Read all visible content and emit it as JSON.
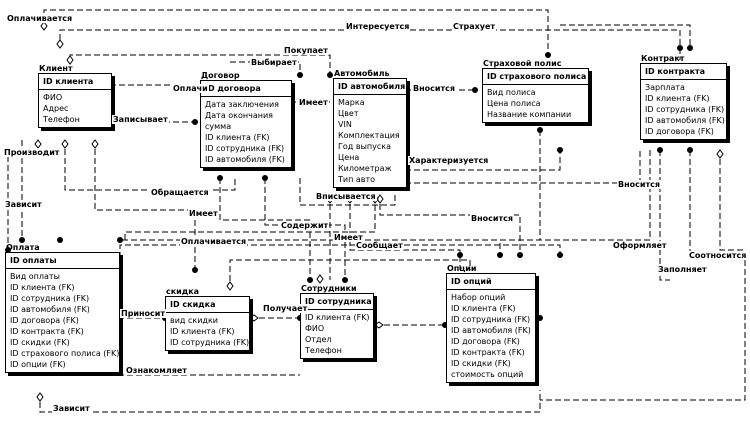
{
  "entities": {
    "client": {
      "title": "Клиент",
      "pk": "ID клиента",
      "attrs": [
        "ФИО",
        "Адрес",
        "Телефон"
      ]
    },
    "contract": {
      "title": "Договор",
      "pk": "ID договора",
      "attrs": [
        "Дата заключения",
        "Дата окончания",
        "сумма",
        "ID клиента (FK)",
        "ID сотрудника (FK)",
        "ID автомобиля (FK)"
      ]
    },
    "car": {
      "title": "Автомобиль",
      "pk": "ID автомобиля",
      "attrs": [
        "Марка",
        "Цвет",
        "VIN",
        "Комплектация",
        "Год выпуска",
        "Цена",
        "Километраж",
        "Тип авто"
      ]
    },
    "policy": {
      "title": "Страховой полис",
      "pk": "ID страхового полиса",
      "attrs": [
        "Вид полиса",
        "Цена полиса",
        "Название компании"
      ]
    },
    "kontrakt": {
      "title": "Контракт",
      "pk": "ID контракта",
      "attrs": [
        "Зарплата",
        "ID клиента (FK)",
        "ID сотрудника (FK)",
        "ID автомобиля (FK)",
        "ID договора (FK)"
      ]
    },
    "payment": {
      "title": "Оплата",
      "pk": "ID оплаты",
      "attrs": [
        "Вид оплаты",
        "ID клиента (FK)",
        "ID сотрудника (FK)",
        "ID автомобиля (FK)",
        "ID договора (FK)",
        "ID контракта (FK)",
        "ID скидки (FK)",
        "ID страхового полиса (FK)",
        "ID опции (FK)"
      ]
    },
    "discount": {
      "title": "скидка",
      "pk": "ID скидка",
      "attrs": [
        "вид скидки",
        "ID клиента (FK)",
        "ID сотрудника (FK)"
      ]
    },
    "employee": {
      "title": "Сотрудники",
      "pk": "ID сотрудника",
      "attrs": [
        "ID клиента (FK)",
        "ФИО",
        "Отдел",
        "Телефон"
      ]
    },
    "options": {
      "title": "Опции",
      "pk": "ID опций",
      "attrs": [
        "Набор опций",
        "ID клиента (FK)",
        "ID сотрудника (FK)",
        "ID автомобиля (FK)",
        "ID договора (FK)",
        "ID контракта (FK)",
        "ID скидки (FK)",
        "стоимость опций"
      ]
    }
  },
  "relations": {
    "oplachivaetsya_top": "Оплачивается",
    "interesuetsya": "Интересуется",
    "strahovaet": "Страхует",
    "pokupaet": "Покупает",
    "vybiraet": "Выбирает",
    "oplach_short": "Оплачи",
    "vnositsya_car": "Вносится",
    "vnositsya_right": "Вносится",
    "vnositsya_mid": "Вносится",
    "zapisyvaet": "Записывает",
    "imeet_car": "Имеет",
    "proizvodit": "Производит",
    "zavisit_left": "Зависит",
    "obraschaetsya": "Обращается",
    "imeet_mid": "Имеет",
    "vpisyvaetsya": "Вписывается",
    "soderzhit": "Содержит",
    "oplachivaetsya_mid": "Оплачивается",
    "imeet_emp": "Имеет",
    "soobschaet": "Сообщает",
    "harakterizuetsya": "Характеризуется",
    "oformlyaet": "Оформляет",
    "zapolnyaet": "Заполняет",
    "sootnositsya": "Соотносится",
    "prinosit": "Приносит",
    "poluchaet": "Получает",
    "oznakomlyaet": "Ознакомляет",
    "zavisit_bottom": "Зависит"
  }
}
